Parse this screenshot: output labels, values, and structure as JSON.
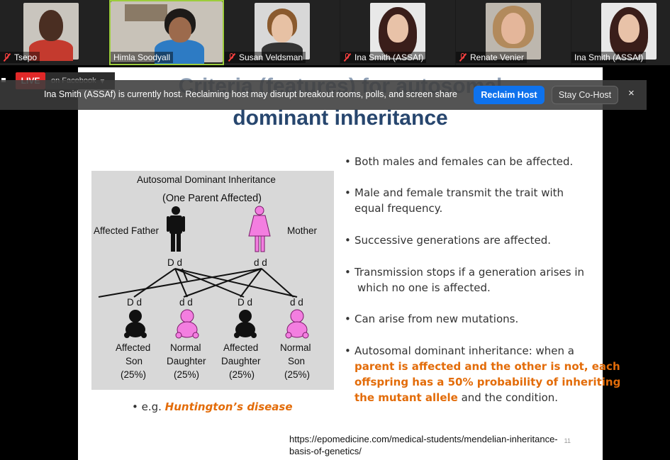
{
  "participants": [
    {
      "name": "Tsepo",
      "muted": true
    },
    {
      "name": "Himla Soodyall",
      "muted": false,
      "active_speaker": true
    },
    {
      "name": "Susan Veldsman",
      "muted": true
    },
    {
      "name": "Ina Smith (ASSAf)",
      "muted": true
    },
    {
      "name": "Renate Venier",
      "muted": true
    },
    {
      "name": "Ina Smith (ASSAf)",
      "muted": false
    }
  ],
  "live": {
    "badge": "LIVE",
    "platform": "on Facebook"
  },
  "host_banner": {
    "message": "Ina Smith (ASSAf) is currently host. Reclaiming host may disrupt breakout rooms, polls, and screen share",
    "reclaim_label": "Reclaim Host",
    "stay_label": "Stay Co-Host",
    "close_label": "×"
  },
  "slide": {
    "title_line1": "Criteria (features) for autosomal",
    "title_line2": "dominant inheritance",
    "diagram": {
      "title": "Autosomal Dominant Inheritance",
      "subtitle": "(One Parent Affected)",
      "father_label": "Affected Father",
      "mother_label": "Mother",
      "father_genotype": "D d",
      "mother_genotype": "d d",
      "children": [
        {
          "genotype": "D d",
          "label1": "Affected",
          "label2": "Son",
          "pct": "(25%)"
        },
        {
          "genotype": "d d",
          "label1": "Normal",
          "label2": "Daughter",
          "pct": "(25%)"
        },
        {
          "genotype": "D d",
          "label1": "Affected",
          "label2": "Daughter",
          "pct": "(25%)"
        },
        {
          "genotype": "d d",
          "label1": "Normal",
          "label2": "Son",
          "pct": "(25%)"
        }
      ]
    },
    "bullets": {
      "b1": "Both males and females can be affected.",
      "b2a": "Male and female transmit the trait with",
      "b2b": "equal frequency.",
      "b3": "Successive generations are affected.",
      "b4a": "Transmission stops if a generation arises in",
      "b4b": "which no one is affected.",
      "b5": "Can arise from new mutations.",
      "b6a": "Autosomal dominant inheritance: when a",
      "b6b": "parent is affected and the other is not, each",
      "b6c": "offspring has a 50% probability of inheriting",
      "b6d": "the mutant allele",
      "b6e": " and the condition."
    },
    "example_prefix": "• e.g. ",
    "example": "Huntington’s disease",
    "source_line1": "https://epomedicine.com/medical-students/mendelian-inheritance-",
    "source_line2": "basis-of-genetics/",
    "page_number": "11"
  }
}
